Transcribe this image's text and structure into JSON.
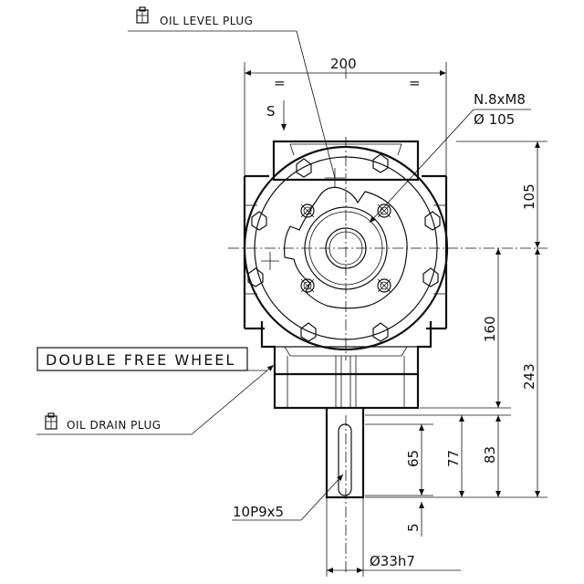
{
  "labels": {
    "oil_level_plug": "OIL LEVEL PLUG",
    "oil_drain_plug": "OIL DRAIN PLUG",
    "double_free_wheel": "DOUBLE FREE WHEEL",
    "section_mark": "S",
    "bolt_spec": "N.8xM8",
    "bolt_circle": "Ø 105",
    "keyway": "10P9x5",
    "shaft_diameter": "Ø33h7",
    "equal_left": "=",
    "equal_right": "="
  },
  "dimensions": {
    "width_top": "200",
    "height_105": "105",
    "height_160": "160",
    "height_243": "243",
    "height_83": "83",
    "height_77": "77",
    "height_65": "65",
    "height_5": "5"
  },
  "icons": {
    "plug": "plug-icon"
  }
}
